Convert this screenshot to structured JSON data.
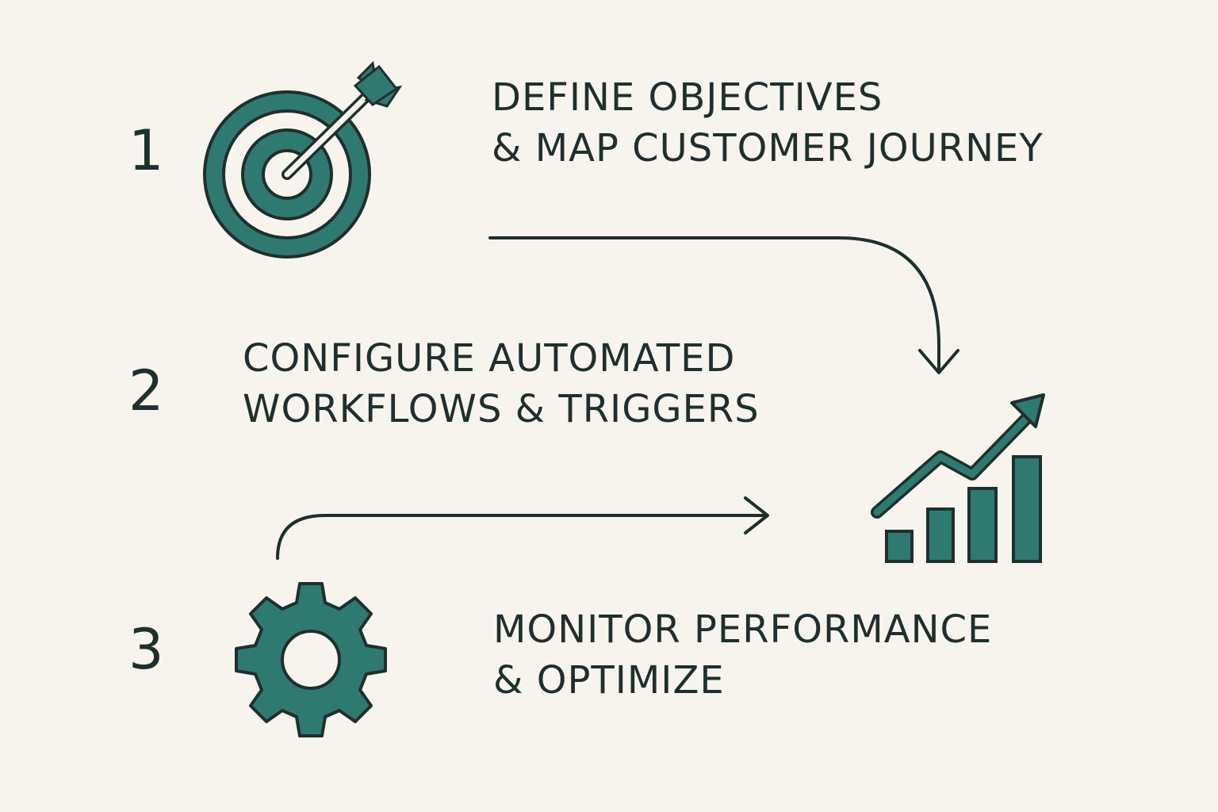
{
  "colors": {
    "background": "#f7f4ee",
    "teal": "#2f7a70",
    "ink": "#1f2f2d"
  },
  "steps": [
    {
      "number": "1",
      "line1": "DEFINE OBJECTIVES",
      "line2": "& MAP CUSTOMER JOURNEY",
      "icon": "target-with-arrow-icon"
    },
    {
      "number": "2",
      "line1": "CONFIGURE AUTOMATED",
      "line2": "WORKFLOWS & TRIGGERS",
      "icon": "growth-chart-icon"
    },
    {
      "number": "3",
      "line1": "MONITOR PERFORMANCE",
      "line2": "& OPTIMIZE",
      "icon": "gear-icon"
    }
  ]
}
